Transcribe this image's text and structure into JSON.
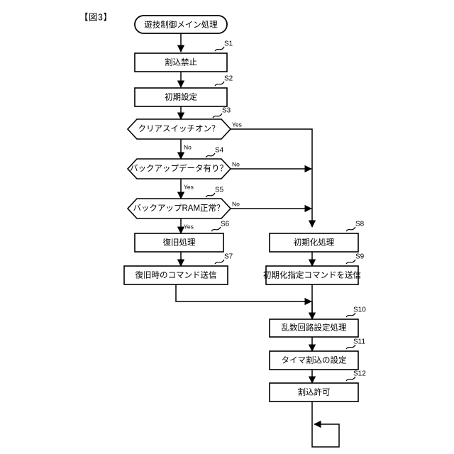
{
  "figure": {
    "title": "【図3】",
    "start_node": "遊技制御メイン処理"
  },
  "nodes": [
    {
      "id": "S1",
      "tag": "S1",
      "type": "process",
      "label": "割込禁止"
    },
    {
      "id": "S2",
      "tag": "S2",
      "type": "process",
      "label": "初期設定"
    },
    {
      "id": "S3",
      "tag": "S3",
      "type": "decision",
      "label": "クリアスイッチオン？"
    },
    {
      "id": "S4",
      "tag": "S4",
      "type": "decision",
      "label": "バックアップデータ有り？"
    },
    {
      "id": "S5",
      "tag": "S5",
      "type": "decision",
      "label": "バックアップRAM正常？"
    },
    {
      "id": "S6",
      "tag": "S6",
      "type": "process",
      "label": "復旧処理"
    },
    {
      "id": "S7",
      "tag": "S7",
      "type": "process",
      "label": "復旧時のコマンド送信"
    },
    {
      "id": "S8",
      "tag": "S8",
      "type": "process",
      "label": "初期化処理"
    },
    {
      "id": "S9",
      "tag": "S9",
      "type": "process",
      "label": "初期化指定コマンドを送信"
    },
    {
      "id": "S10",
      "tag": "S10",
      "type": "process",
      "label": "乱数回路設定処理"
    },
    {
      "id": "S11",
      "tag": "S11",
      "type": "process",
      "label": "タイマ割込の設定"
    },
    {
      "id": "S12",
      "tag": "S12",
      "type": "process",
      "label": "割込許可"
    }
  ],
  "branches": {
    "s3_yes": "Yes",
    "s3_no": "No",
    "s4_no": "No",
    "s4_yes": "Yes",
    "s5_no": "No",
    "s5_yes": "Yes"
  },
  "colors": {
    "line": "#000000",
    "fill": "#ffffff",
    "text": "#000000"
  }
}
